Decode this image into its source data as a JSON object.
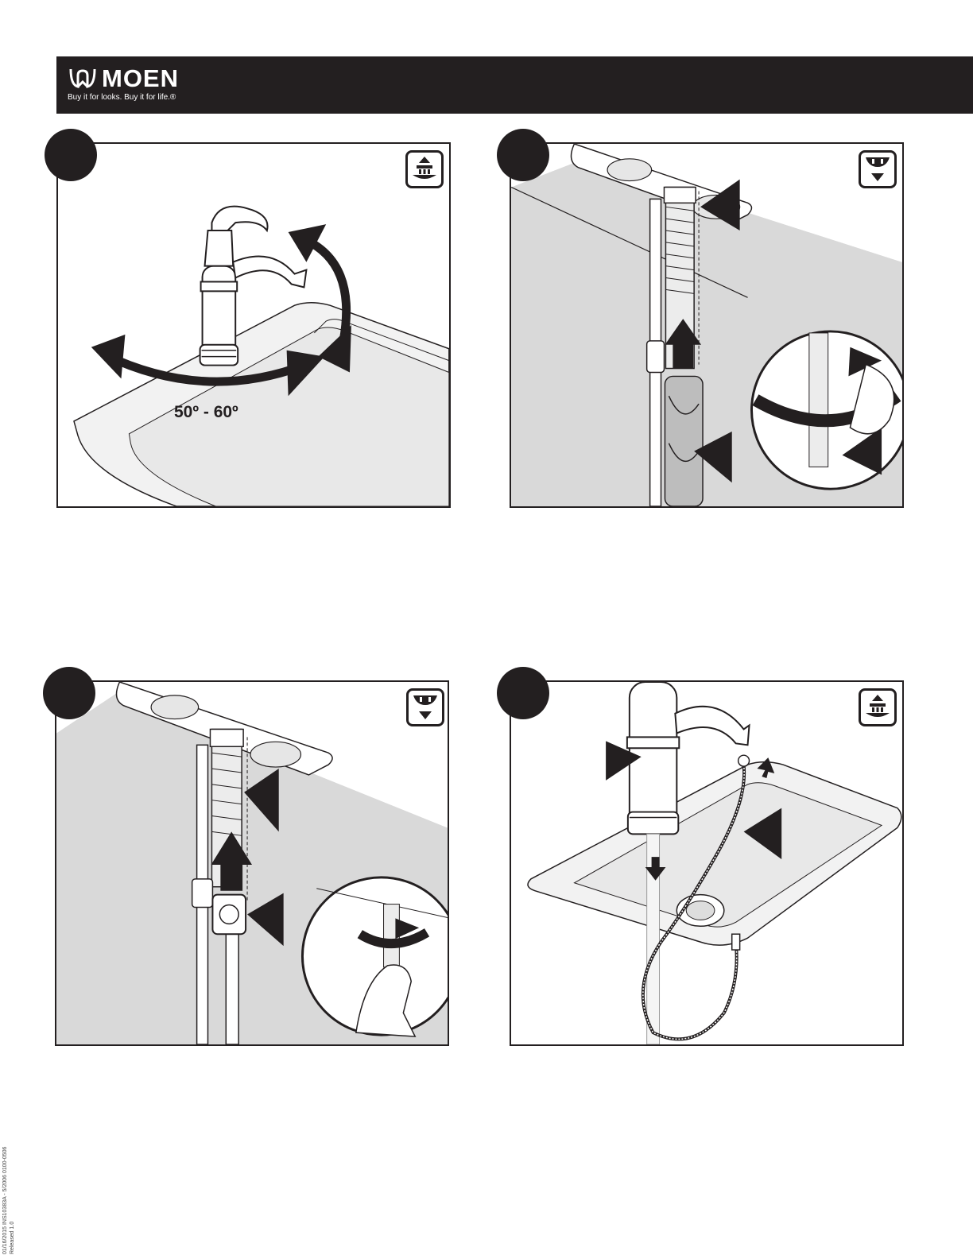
{
  "header": {
    "brand": "MOEN",
    "tagline": "Buy it for looks. Buy it for life.®",
    "logo_icon": "moen-logo-icon"
  },
  "panels": [
    {
      "id": "panel-1",
      "badge_icon": "above-sink-icon",
      "angle_label": "50º - 60º"
    },
    {
      "id": "panel-2",
      "badge_icon": "below-sink-icon"
    },
    {
      "id": "panel-3",
      "badge_icon": "below-sink-icon"
    },
    {
      "id": "panel-4",
      "badge_icon": "above-sink-icon"
    }
  ],
  "footer": {
    "doc_id_line1": "01/16/2015 INS10383A - 5/2006 0100-0506",
    "doc_id_line2": "Released 1.0"
  }
}
